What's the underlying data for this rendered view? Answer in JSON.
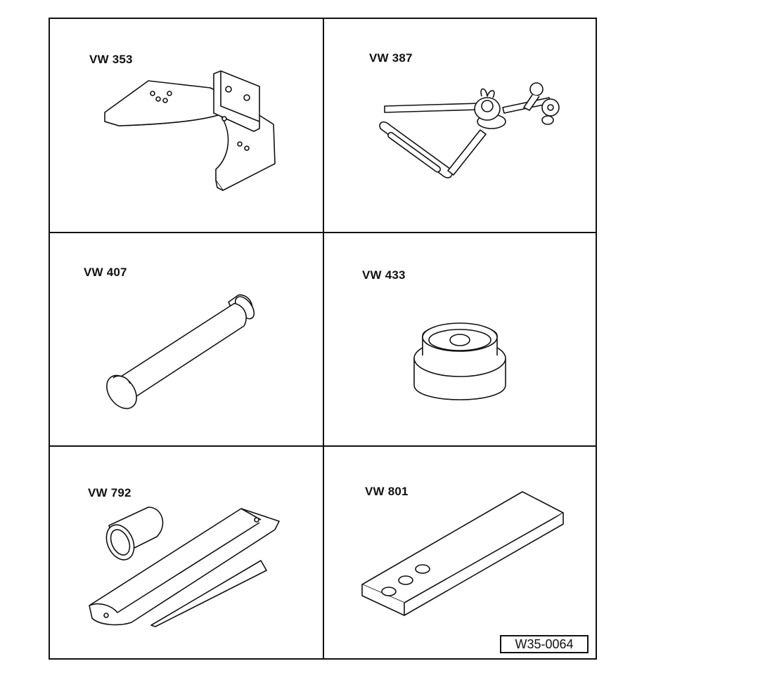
{
  "tools": [
    {
      "id": "vw353",
      "label": "VW 353",
      "icon": "mounting-bracket-icon"
    },
    {
      "id": "vw387",
      "label": "VW 387",
      "icon": "dial-gauge-holder-icon"
    },
    {
      "id": "vw407",
      "label": "VW 407",
      "icon": "cylindrical-drift-icon"
    },
    {
      "id": "vw433",
      "label": "VW 433",
      "icon": "thrust-pad-icon"
    },
    {
      "id": "vw792",
      "label": "VW 792",
      "icon": "installing-sleeve-icon"
    },
    {
      "id": "vw801",
      "label": "VW 801",
      "icon": "plate-gauge-icon"
    }
  ],
  "figure_ref": "W35-0064",
  "colors": {
    "line": "#111111",
    "background": "#ffffff"
  }
}
